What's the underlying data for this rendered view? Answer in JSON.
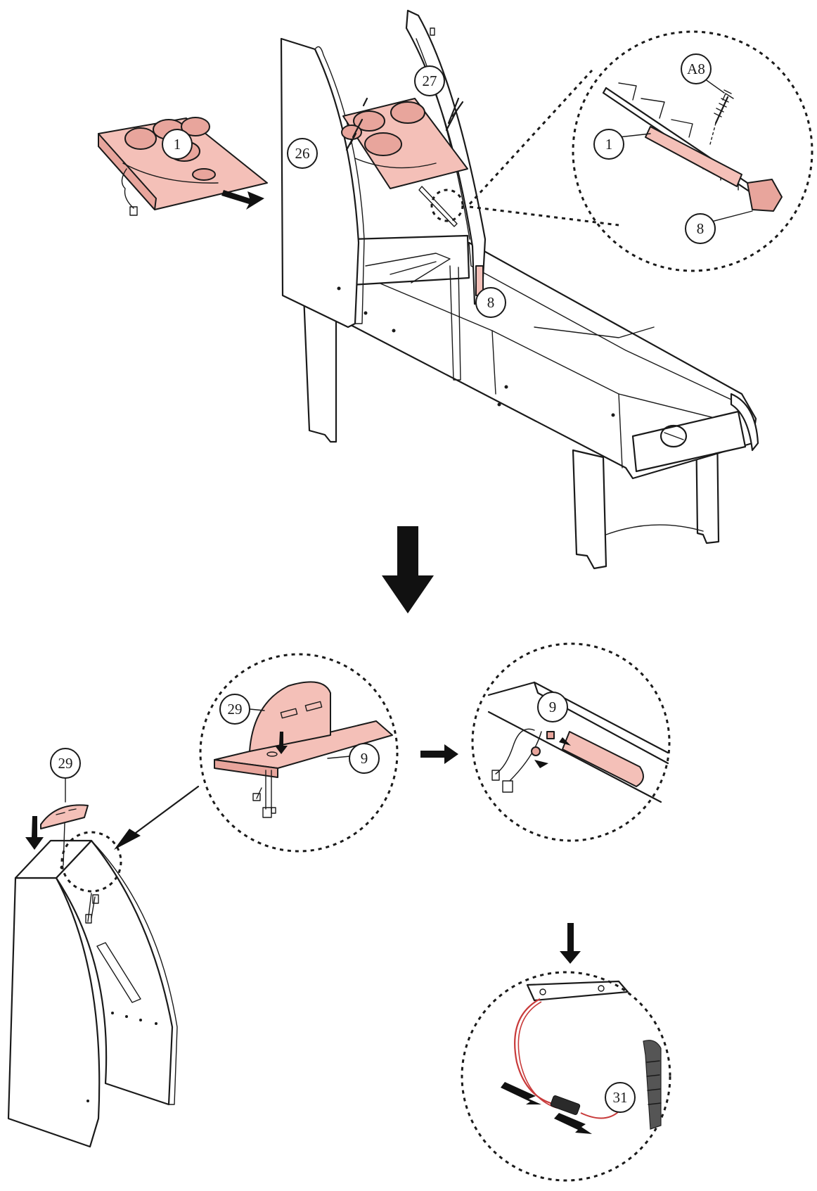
{
  "callouts": {
    "part_1_tray": "1",
    "part_26_side": "26",
    "part_27_side": "27",
    "part_8_bracket": "8",
    "detail_a8": "A8",
    "detail_1": "1",
    "detail_8": "8",
    "part_29_cabinet": "29",
    "detail_29": "29",
    "detail_9": "9",
    "detail2_9": "9",
    "part_31_connector": "31"
  },
  "colors": {
    "highlight": "#f4c0b8",
    "line": "#1a1a1a",
    "wire_red": "#c83a3a"
  }
}
